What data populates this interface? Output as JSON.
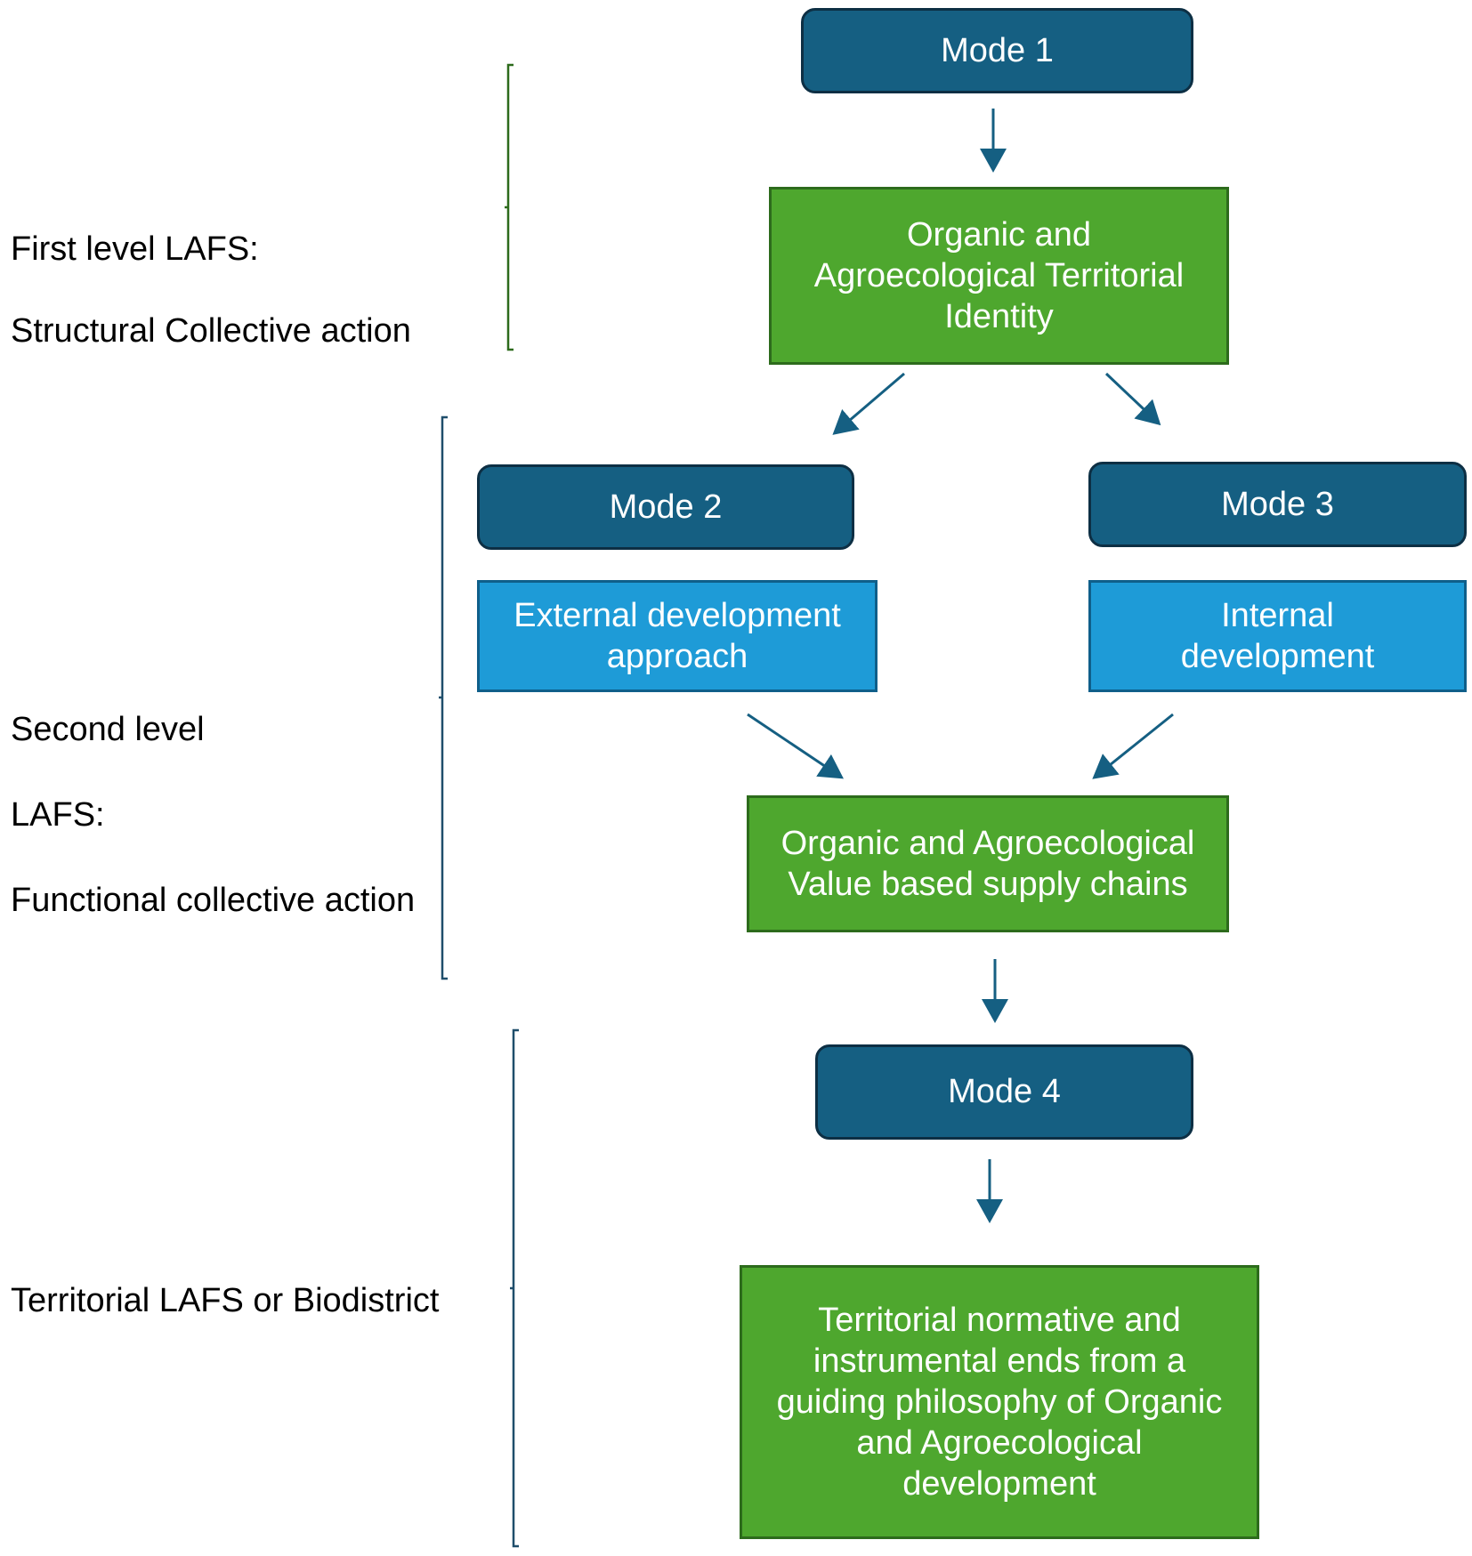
{
  "levels": {
    "first": {
      "title": "First level LAFS:",
      "subtitle": "Structural Collective action"
    },
    "second": {
      "line1": "Second level",
      "line2": "LAFS:",
      "line3": "Functional collective action"
    },
    "territorial": {
      "title": "Territorial LAFS or Biodistrict"
    }
  },
  "modes": {
    "mode1": "Mode 1",
    "mode2": "Mode 2",
    "mode3": "Mode 3",
    "mode4": "Mode 4"
  },
  "boxes": {
    "territorial_identity": "Organic and Agroecological Territorial Identity",
    "external_development": "External development approach",
    "internal_development": "Internal development",
    "value_chains": "Organic and Agroecological Value based supply chains",
    "territorial_ends": "Territorial normative and instrumental ends from a guiding philosophy of Organic and Agroecological development"
  },
  "colors": {
    "mode_fill": "#155f82",
    "green_fill": "#4ea72e",
    "blue_fill": "#1e9bd7",
    "arrow": "#155f82",
    "bracket_first": "#2d6b1c",
    "bracket_other": "#1f4e6b"
  }
}
